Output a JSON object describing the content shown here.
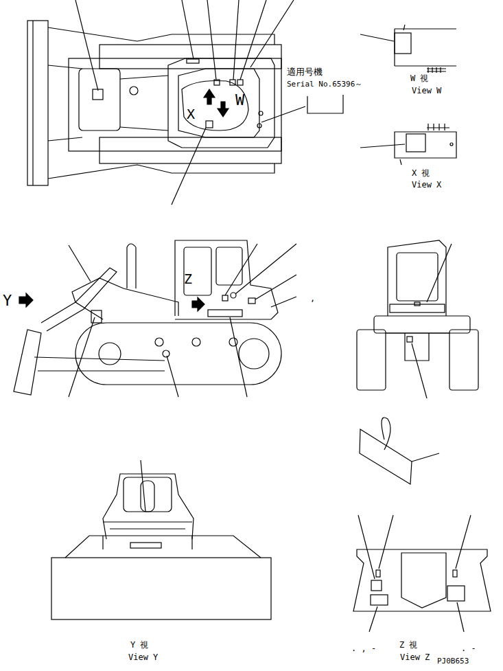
{
  "diagram": {
    "labels": [
      "適用号機",
      "Serial No.65396～",
      "W 視",
      "View W",
      "X 視",
      "View X",
      "X",
      "W",
      "Z",
      "Y",
      ",",
      "Y 視",
      "View Y",
      ". , -",
      "Z 視",
      "View Z",
      ". -",
      "PJ0B653"
    ]
  }
}
